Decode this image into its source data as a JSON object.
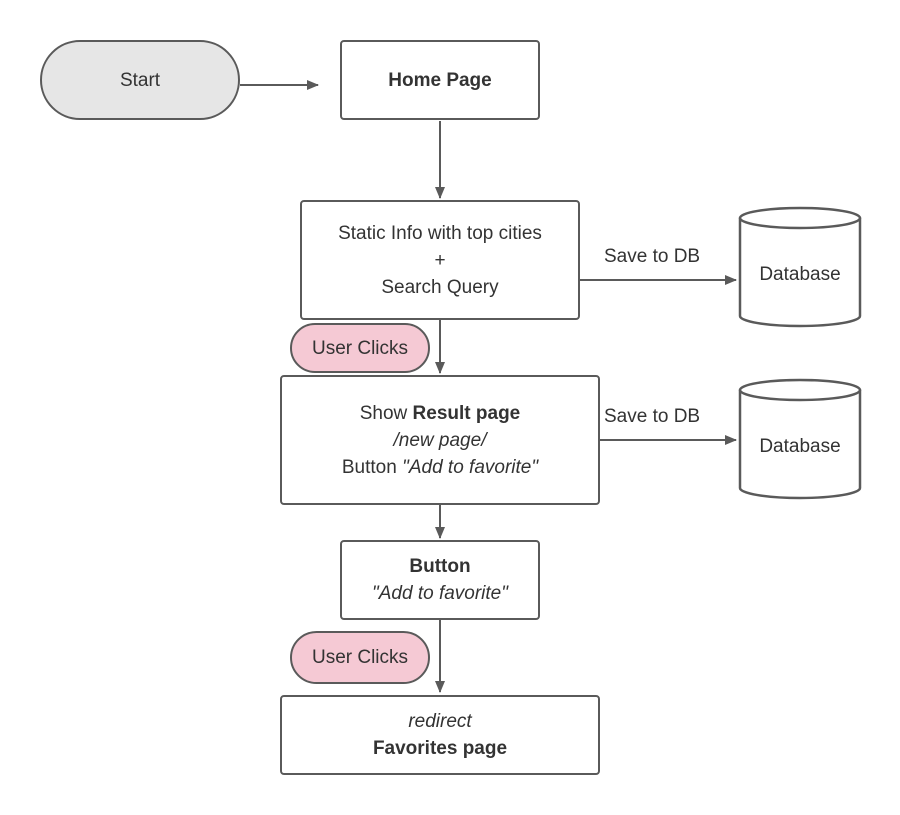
{
  "start": {
    "label": "Start"
  },
  "home": {
    "label": "Home Page"
  },
  "static_info": {
    "line1": "Static Info with top cities",
    "line2": "+",
    "line3": "Search Query"
  },
  "user_clicks_1": {
    "label": "User Clicks"
  },
  "result": {
    "prefix": "Show ",
    "bold": "Result page",
    "line2": "/new page/",
    "line3_prefix": "Button ",
    "line3_italic": "\"Add to favorite\""
  },
  "button_node": {
    "title": "Button",
    "subtitle": "\"Add to favorite\""
  },
  "user_clicks_2": {
    "label": "User Clicks"
  },
  "favorites": {
    "line1": "redirect",
    "line2": "Favorites page"
  },
  "edges": {
    "save1": "Save to DB",
    "save2": "Save to DB"
  },
  "databases": [
    {
      "label": "Database"
    },
    {
      "label": "Database"
    }
  ],
  "colors": {
    "stroke": "#5a5a5a",
    "start_fill": "#e6e6e6",
    "click_fill": "#f5c9d4"
  }
}
